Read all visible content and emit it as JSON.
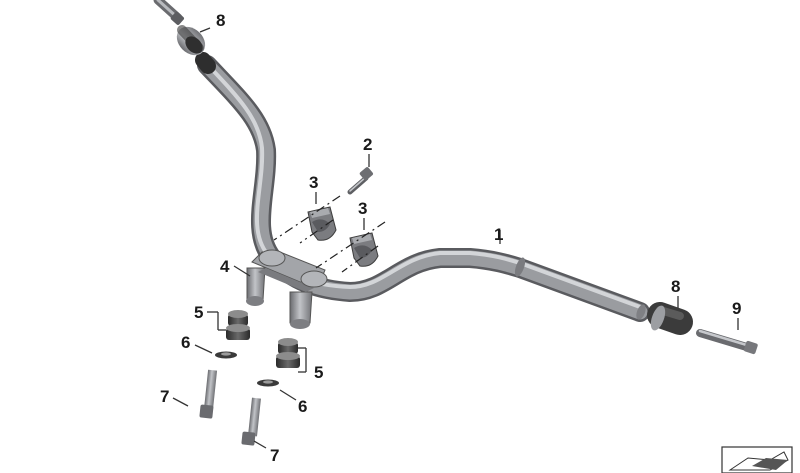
{
  "diagram": {
    "title": "",
    "colors": {
      "metal_dark": "#6e6f73",
      "metal_mid": "#96989c",
      "metal_light": "#c4c6ca",
      "rubber": "#3a3a3a",
      "line": "#333333"
    },
    "callouts": {
      "c1": "1",
      "c2": "2",
      "c3a": "3",
      "c3b": "3",
      "c4": "4",
      "c5a": "5",
      "c5b": "5",
      "c6a": "6",
      "c6b": "6",
      "c7a": "7",
      "c7b": "7",
      "c8a": "8",
      "c8b": "8",
      "c9": "9"
    },
    "parts": [
      "handlebar",
      "screw",
      "clamp",
      "handlebar-riser",
      "rubber-bushing",
      "washer",
      "bolt",
      "bar-end-weight",
      "bar-end-screw"
    ],
    "logo_icon": "exploded-view-icon"
  }
}
